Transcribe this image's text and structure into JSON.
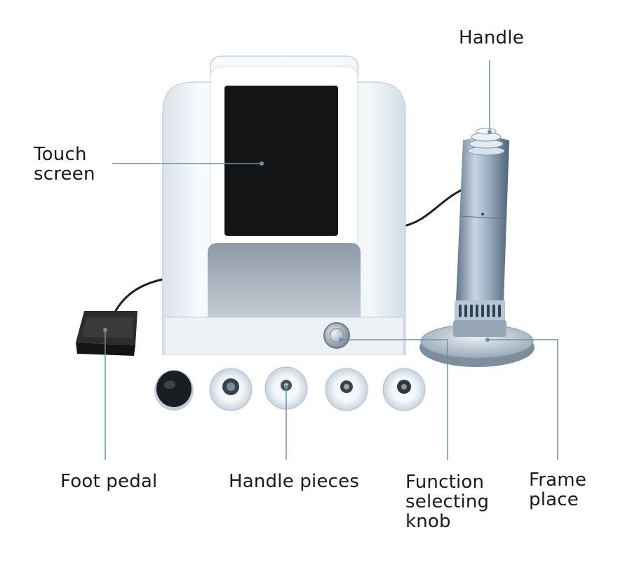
{
  "labels": {
    "handle": "Handle",
    "touch_screen": [
      "Touch",
      "screen"
    ],
    "foot_pedal": "Foot pedal",
    "handle_pieces": "Handle pieces",
    "function_knob": [
      "Function",
      "selecting",
      "knob"
    ],
    "frame_place": [
      "Frame",
      "place"
    ]
  },
  "colors": {
    "leader_line": "#6f8fa3",
    "device_body": "#f1f5f9",
    "screen": "#121416",
    "handle_metal": "#9fb3c6",
    "pedal": "#2a2a2a"
  },
  "handle_pieces_count": 5
}
